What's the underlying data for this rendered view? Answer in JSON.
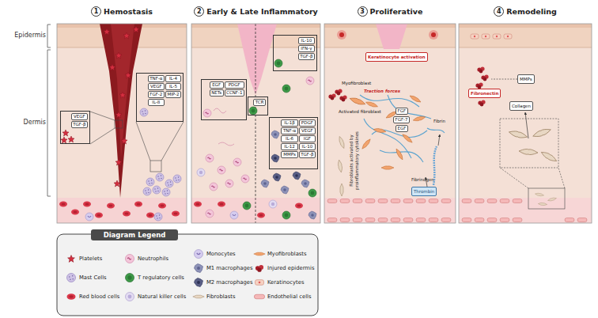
{
  "diagram": {
    "nodes": [
      {
        "text": [
          "1",
          "Hemostasis"
        ]
      },
      {
        "text": [
          "VEGF",
          "TGF-β"
        ],
        "in": 0
      },
      {
        "text": [
          "TNF-α",
          "IL-4",
          "VEGF",
          "IL-5",
          "FGF-2",
          "MIP-2",
          "IL-8"
        ],
        "in": 0
      },
      {
        "text": [
          "2",
          "Early & Late Inflammatory"
        ]
      },
      {
        "text": [
          "EGF",
          "PDGF",
          "NETs",
          "CCNF-1"
        ],
        "in": 3
      },
      {
        "text": [
          "IL-10",
          "IFN-γ",
          "TGF-β"
        ],
        "in": 3
      },
      {
        "text": [
          "TCR"
        ],
        "in": 3
      },
      {
        "text": [
          "IL-1β",
          "TNF-α",
          "IL-6",
          "IL-12",
          "MMPs",
          "PDGF",
          "VEGF",
          "IGF",
          "IL-10",
          "TGF-β"
        ],
        "in": 3
      },
      {
        "text": [
          "3",
          "Proliferative"
        ]
      },
      {
        "text": [
          "Keratinocyte activation"
        ],
        "in": 8
      },
      {
        "text": [
          "Thrombin"
        ],
        "in": 8
      },
      {
        "text": [
          "4",
          "Remodeling"
        ]
      },
      {
        "text": [
          "Fibronectin"
        ],
        "in": 11
      },
      {
        "text": [
          "MMPs"
        ],
        "in": 11
      },
      {
        "text": [
          "Collagen"
        ],
        "in": 11
      }
    ],
    "labels": [
      "Epidermis",
      "Dermis",
      "FGF",
      "FGF-7",
      "EGF",
      "Myofibroblast",
      "Traction forces",
      "Activated fibroblast",
      "Fibroblasts activated by proinflammatory cytokines",
      "Fibrin",
      "Fibrinogen",
      "Diagram Legend"
    ],
    "legend": [
      {
        "text": "Platelets"
      },
      {
        "text": "Mast Cells"
      },
      {
        "text": "Red blood cells"
      },
      {
        "text": "Neutrophils"
      },
      {
        "text": "T regulatory cells"
      },
      {
        "text": "Natural killer cells"
      },
      {
        "text": "Monocytes"
      },
      {
        "text": "M1 macrophages"
      },
      {
        "text": "M2 macrophages"
      },
      {
        "text": "Fibroblasts"
      },
      {
        "text": "Myofibroblasts"
      },
      {
        "text": "Injured epidermis"
      },
      {
        "text": "Keratinocytes"
      },
      {
        "text": "Endothelial cells"
      }
    ]
  }
}
